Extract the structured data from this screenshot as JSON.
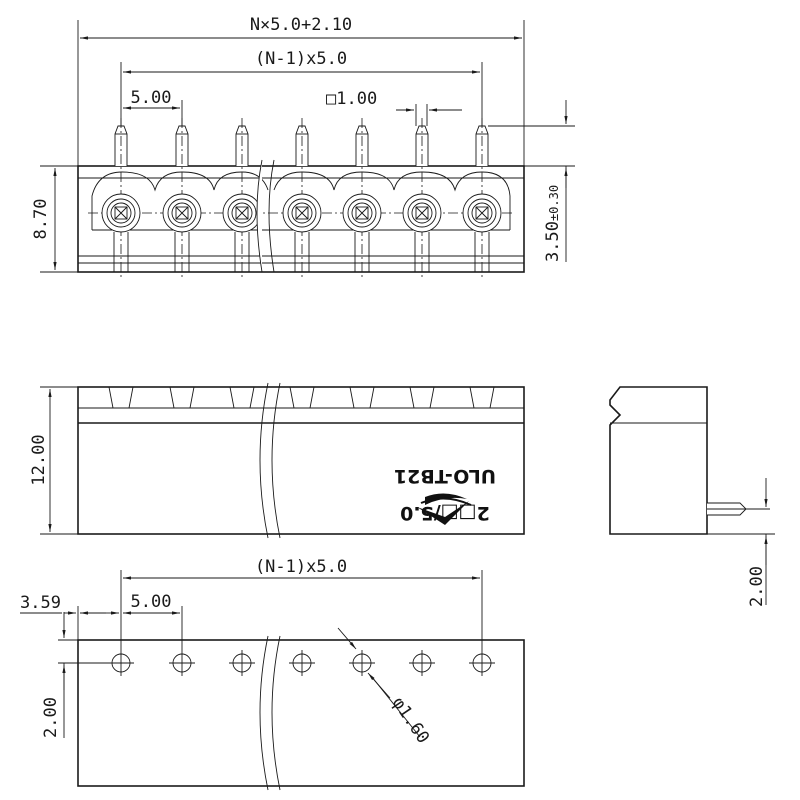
{
  "dimensions": {
    "overall_width": "N×5.0+2.10",
    "pitch_span_top": "(N-1)x5.0",
    "pitch_span_bottom": "(N-1)x5.0",
    "pitch_top": "5.00",
    "pitch_bottom": "5.00",
    "pin_square": "□1.00",
    "height_front": "8.70",
    "pin_height": "3.50",
    "pin_height_tol": "±0.30",
    "body_height": "12.00",
    "pin_offset_side": "2.00",
    "hole_edge_offset": "3.59",
    "hole_row_offset": "2.00",
    "hole_diameter": "φ1.60"
  },
  "marking": {
    "model": "ULO-TB21",
    "pitch_code": "2□□/5.0"
  },
  "pin_count": 7
}
